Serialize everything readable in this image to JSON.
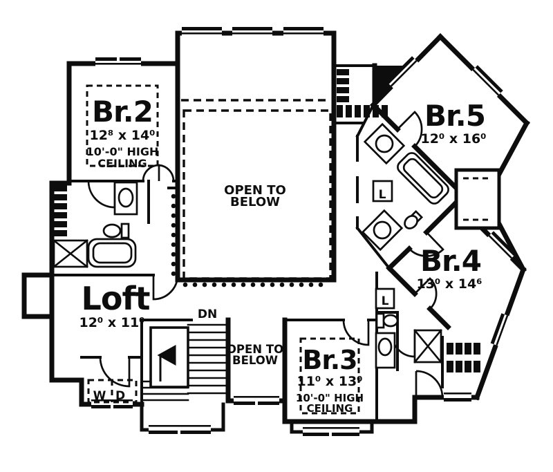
{
  "document": {
    "kind": "second-floor-plan"
  },
  "colors": {
    "ink": "#0d0d0d",
    "paper": "#ffffff"
  },
  "rooms": {
    "br2": {
      "label": "Br.2",
      "dims": "12⁸ x 14⁰",
      "ceiling_line1": "10'-0\" HIGH",
      "ceiling_line2": "CEILING"
    },
    "br5": {
      "label": "Br.5",
      "dims": "12⁰ x 16⁰"
    },
    "br4": {
      "label": "Br.4",
      "dims": "13⁰ x 14⁶"
    },
    "br3": {
      "label": "Br.3",
      "dims": "11⁰ x 13⁰",
      "ceiling_line1": "10'-0\" HIGH",
      "ceiling_line2": "CEILING"
    },
    "loft": {
      "label": "Loft",
      "dims": "12⁰ x 11⁰"
    }
  },
  "open_to_below": {
    "center": {
      "line1": "OPEN TO",
      "line2": "BELOW"
    },
    "lower": {
      "line1": "OPEN TO",
      "line2": "BELOW"
    }
  },
  "stairs": {
    "down_label": "DN"
  },
  "laundry": {
    "washer_label": "W",
    "dryer_label": "D"
  },
  "closets": {
    "linen_upper_label": "L",
    "linen_lower_label": "L"
  }
}
